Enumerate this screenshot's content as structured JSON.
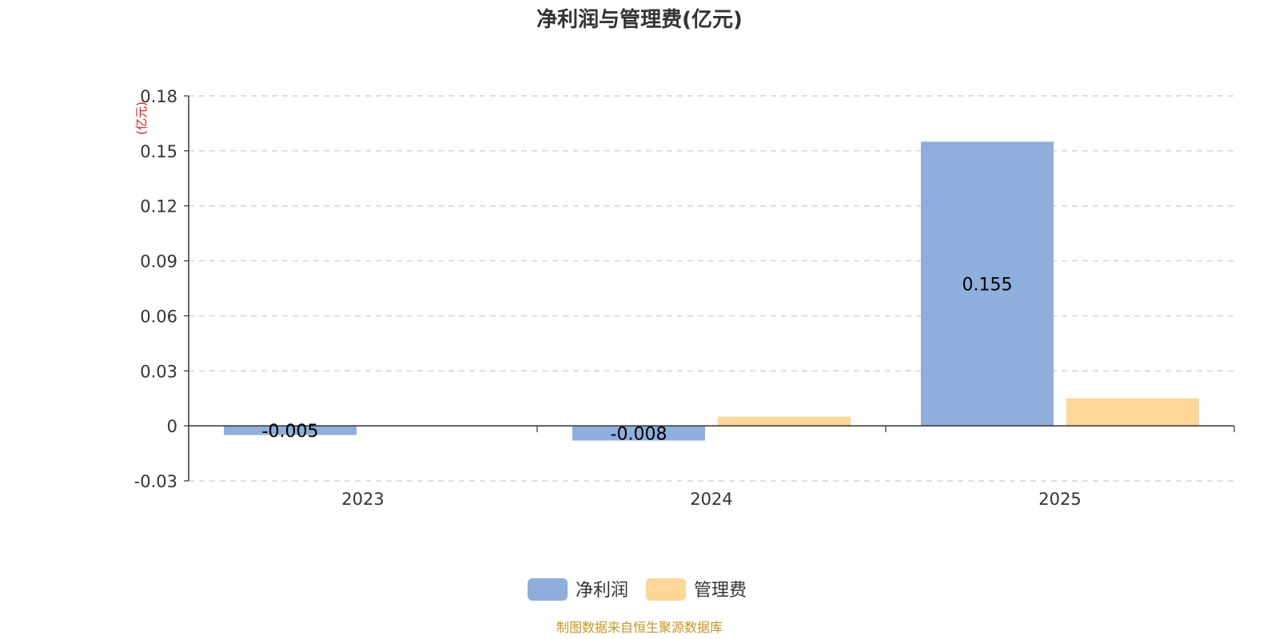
{
  "chart_data": {
    "type": "bar",
    "title": "净利润与管理费(亿元)",
    "unit_label": "(亿元)",
    "categories": [
      "2023",
      "2024",
      "2025"
    ],
    "series": [
      {
        "name": "净利润",
        "values": [
          -0.005,
          -0.008,
          0.155
        ],
        "color": "#8eaedb",
        "labels": [
          "-0.005",
          "-0.008",
          "0.155"
        ]
      },
      {
        "name": "管理费",
        "values": [
          0.0002,
          0.005,
          0.015
        ],
        "color": "#fdd798",
        "labels": [
          "",
          "",
          ""
        ]
      }
    ],
    "ylim": [
      -0.03,
      0.18
    ],
    "yticks": [
      "0.18",
      "0.15",
      "0.12",
      "0.09",
      "0.06",
      "0.03",
      "0",
      "-0.03"
    ],
    "ytick_values": [
      0.18,
      0.15,
      0.12,
      0.09,
      0.06,
      0.03,
      0,
      -0.03
    ],
    "grid": true,
    "legend_position": "bottom-center",
    "unit_color": "#ee1111",
    "source_color": "#c8961e"
  },
  "footer": {
    "source": "制图数据来自恒生聚源数据库"
  }
}
